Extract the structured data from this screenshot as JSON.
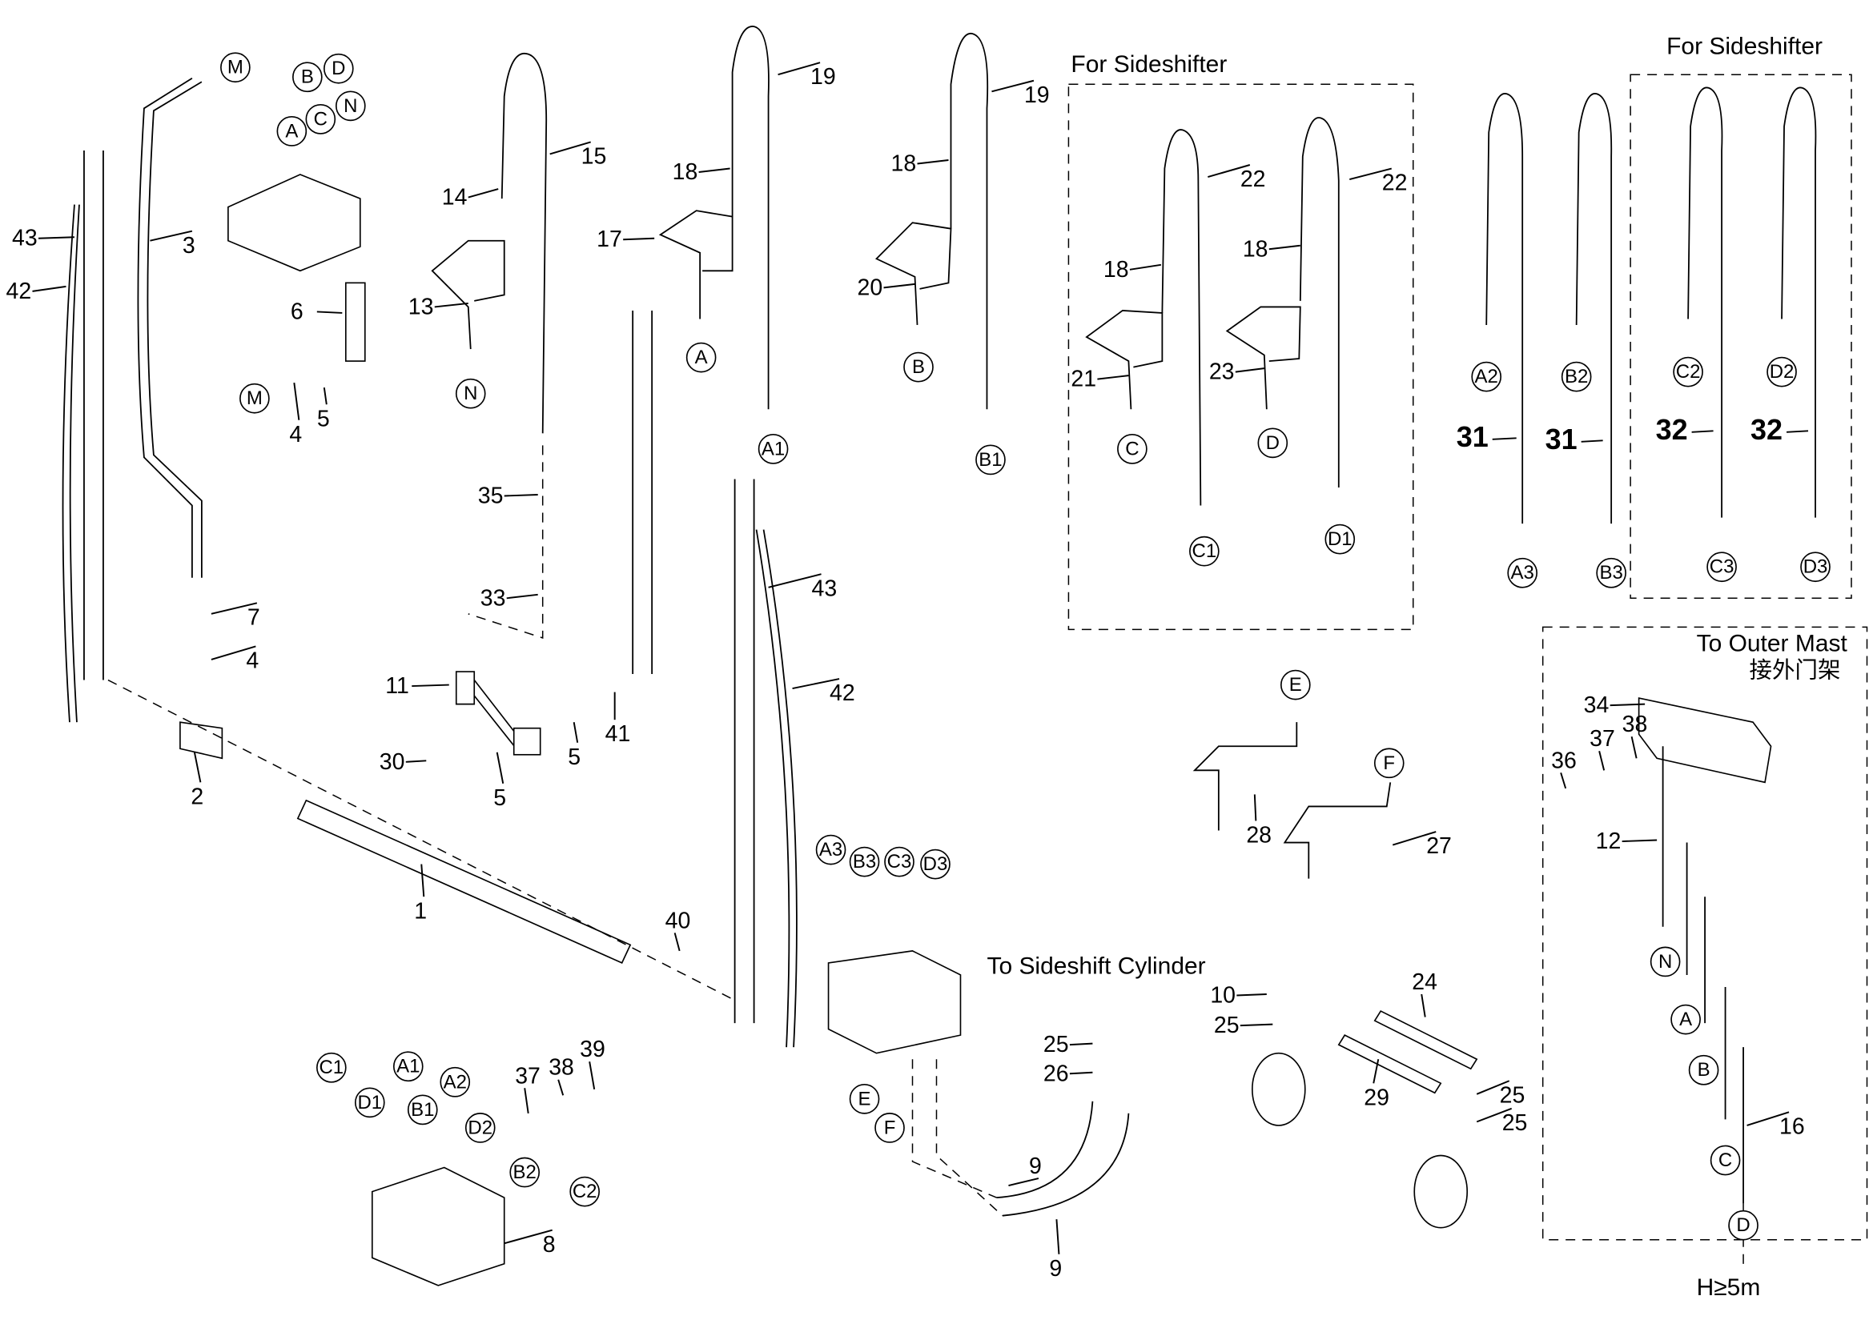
{
  "annotations": {
    "for_sideshifter_left": "For Sideshifter",
    "for_sideshifter_right": "For Sideshifter",
    "to_outer_mast": "To Outer Mast",
    "to_outer_mast_zh": "接外门架",
    "to_sideshift_cylinder": "To Sideshift Cylinder",
    "height_note": "H≥5m"
  },
  "callouts": [
    "43",
    "42",
    "3",
    "6",
    "4",
    "5",
    "15",
    "14",
    "13",
    "19",
    "18",
    "17",
    "19",
    "18",
    "20",
    "22",
    "22",
    "18",
    "18",
    "21",
    "23",
    "31",
    "31",
    "32",
    "32",
    "35",
    "33",
    "7",
    "4",
    "11",
    "43",
    "42",
    "41",
    "5",
    "30",
    "5",
    "2",
    "1",
    "40",
    "24",
    "10",
    "25",
    "28",
    "27",
    "25",
    "26",
    "29",
    "25",
    "25",
    "9",
    "9",
    "37",
    "38",
    "39",
    "8",
    "34",
    "36",
    "37",
    "38",
    "12",
    "16"
  ],
  "port_labels": [
    "M",
    "B",
    "D",
    "C",
    "A",
    "N",
    "M",
    "N",
    "A",
    "A1",
    "B",
    "B1",
    "C",
    "C1",
    "D",
    "D1",
    "A2",
    "B2",
    "C2",
    "D2",
    "A3",
    "B3",
    "C3",
    "D3",
    "E",
    "F",
    "A3",
    "B3",
    "C3",
    "D3",
    "E",
    "F",
    "C1",
    "D1",
    "A1",
    "B1",
    "A2",
    "D2",
    "B2",
    "C2",
    "N",
    "A",
    "B",
    "C",
    "D"
  ]
}
